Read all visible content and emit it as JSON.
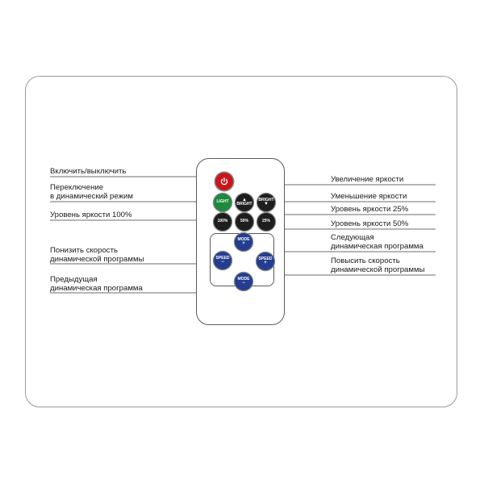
{
  "labels": {
    "power": "Включить/выключить",
    "mode_switch_1": "Переключение",
    "mode_switch_2": "в динамический режим",
    "brightness_100": "Уровень яркости 100%",
    "speed_down_1": "Понизить скорость",
    "speed_down_2": "динамической программы",
    "prev_program_1": "Предыдущая",
    "prev_program_2": "динамическая программа",
    "brightness_up": "Увеличение яркости",
    "brightness_down": "Уменьшение яркости",
    "brightness_25": "Уровень яркости 25%",
    "brightness_50": "Уровень яркости 50%",
    "next_program_1": "Следующая",
    "next_program_2": "динамическая программа",
    "speed_up_1": "Повысить скорость",
    "speed_up_2": "динамической программы"
  },
  "buttons": {
    "light": "LIGHT",
    "bright_up": "BRIGHT",
    "bright_down": "BRIGHT",
    "b100": "100%",
    "b50": "50%",
    "b25": "25%",
    "mode_up": "MODE",
    "mode_up_sign": "+",
    "mode_down": "MODE",
    "mode_down_sign": "−",
    "speed_down": "SPEED",
    "speed_down_sign": "−",
    "speed_up": "SPEED",
    "speed_up_sign": "+"
  },
  "colors": {
    "power": "#c9161d",
    "light": "#1d8a3d",
    "dark_buttons": "#1e1e1e",
    "blue_buttons": "#243d8f"
  }
}
